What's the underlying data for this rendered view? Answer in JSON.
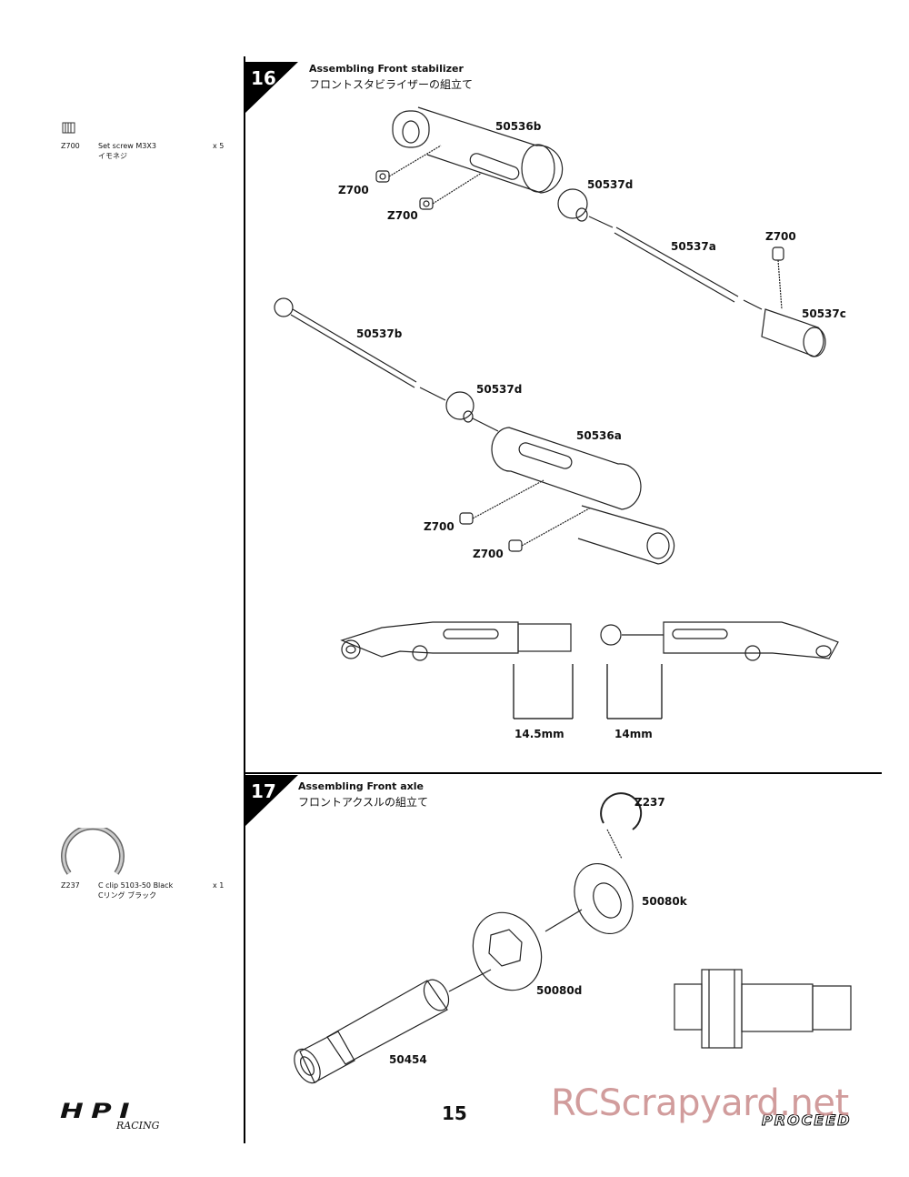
{
  "step16": {
    "number": "16",
    "title_en": "Assembling Front stabilizer",
    "title_jp": "フロントスタビライザーの組立て"
  },
  "step17": {
    "number": "17",
    "title_en": "Assembling Front axle",
    "title_jp": "フロントアクスルの組立て"
  },
  "parts": [
    {
      "code": "Z700",
      "name_en": "Set screw M3X3",
      "name_jp": "イモネジ",
      "qty": "x 5"
    },
    {
      "code": "Z237",
      "name_en": "C clip 5103-50   Black",
      "name_jp": "Cリング  ブラック",
      "qty": "x 1"
    }
  ],
  "labels16": {
    "l50536b": "50536b",
    "z700a": "Z700",
    "z700b": "Z700",
    "l50537d_top": "50537d",
    "l50537a": "50537a",
    "z700c": "Z700",
    "l50537c": "50537c",
    "l50537b": "50537b",
    "l50537d_bot": "50537d",
    "l50536a": "50536a",
    "z700d": "Z700",
    "z700e": "Z700",
    "dim1": "14.5mm",
    "dim2": "14mm"
  },
  "labels17": {
    "z237": "Z237",
    "l50080k": "50080k",
    "l50080d": "50080d",
    "l50454": "50454"
  },
  "footer": {
    "page_number": "15",
    "logo_main": "HPI",
    "logo_sub": "RACING",
    "product": "PROCEED",
    "watermark": "RCScrapyard.net"
  }
}
